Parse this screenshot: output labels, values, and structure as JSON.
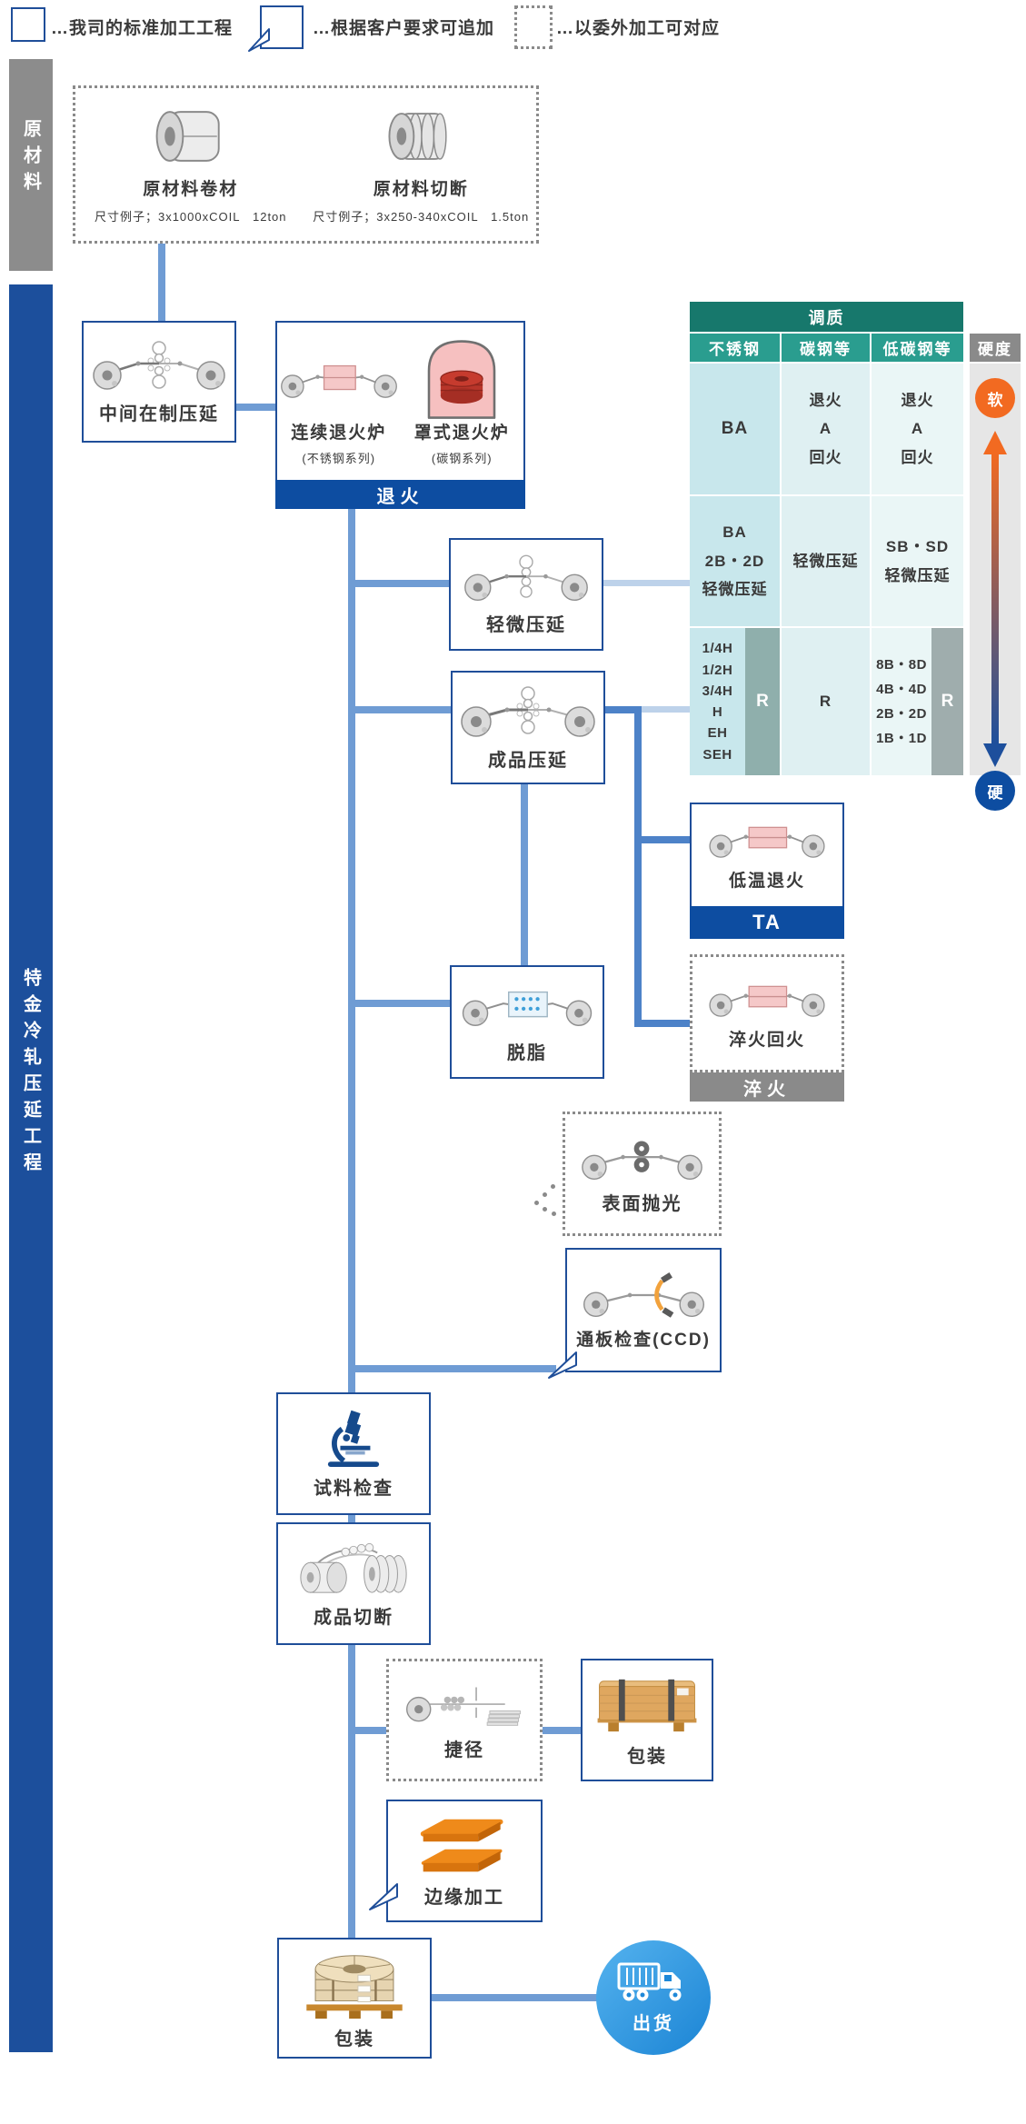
{
  "legend": {
    "items": [
      {
        "label": "…我司的标准加工工程"
      },
      {
        "label": "…根据客户要求可追加"
      },
      {
        "label": "…以委外加工可对应"
      }
    ]
  },
  "sidebars": {
    "raw": "原材料",
    "process": "特金冷轧压延工程"
  },
  "raw": {
    "coil": {
      "title": "原材料卷材",
      "spec": "尺寸例子；3x1000xCOIL　12ton"
    },
    "cut": {
      "title": "原材料切断",
      "spec": "尺寸例子；3x250-340xCOIL　1.5ton"
    }
  },
  "boxes": {
    "intermediate": "中间在制压延",
    "annealing": {
      "left_title": "连续退火炉",
      "left_sub": "(不锈钢系列)",
      "right_title": "罩式退火炉",
      "right_sub": "(碳钢系列)",
      "bar": "退火"
    },
    "light_rolling": "轻微压延",
    "finish_rolling": "成品压延",
    "low_temp": {
      "label": "低温退火",
      "bar": "TA"
    },
    "quench": {
      "label": "淬火回火",
      "bar": "淬火"
    },
    "degrease": "脱脂",
    "polish": "表面抛光",
    "ccd": "通板检查(CCD)",
    "sample": "试料检查",
    "cutting": "成品切断",
    "shortcut": "捷径",
    "packing_crate": "包装",
    "edge": "边缘加工",
    "packing_coil": "包装",
    "shipping": "出货"
  },
  "table": {
    "title": "调质",
    "columns": [
      "不锈钢",
      "碳钢等",
      "低碳钢等"
    ],
    "hardness": "硬度",
    "soft": "软",
    "hard": "硬",
    "row1": {
      "c1": "BA",
      "c2": [
        "退火",
        "A",
        "回火"
      ],
      "c3": [
        "退火",
        "A",
        "回火"
      ]
    },
    "row2": {
      "c1": [
        "BA",
        "2B・2D",
        "轻微压延"
      ],
      "c2": "轻微压延",
      "c3": [
        "SB・SD",
        "轻微压延"
      ]
    },
    "row3": {
      "c1": [
        "1/4H",
        "1/2H",
        "3/4H",
        "H",
        "EH",
        "SEH"
      ],
      "c1r": "R",
      "c2": "R",
      "c3": [
        "8B・8D",
        "4B・4D",
        "2B・2D",
        "1B・1D"
      ],
      "c3r": "R"
    }
  },
  "colors": {
    "sidebar_blue": "#1c4f9c",
    "bar_blue": "#0d4da1",
    "teal_dark": "#17786c",
    "teal": "#2a9d8f",
    "gray": "#8a8a8a",
    "soft_orange": "#f26a21",
    "hard_blue": "#0d4da1",
    "line": "#6f9cd4",
    "line_strong": "#4d82c8",
    "line_light": "#bdd2ea"
  }
}
